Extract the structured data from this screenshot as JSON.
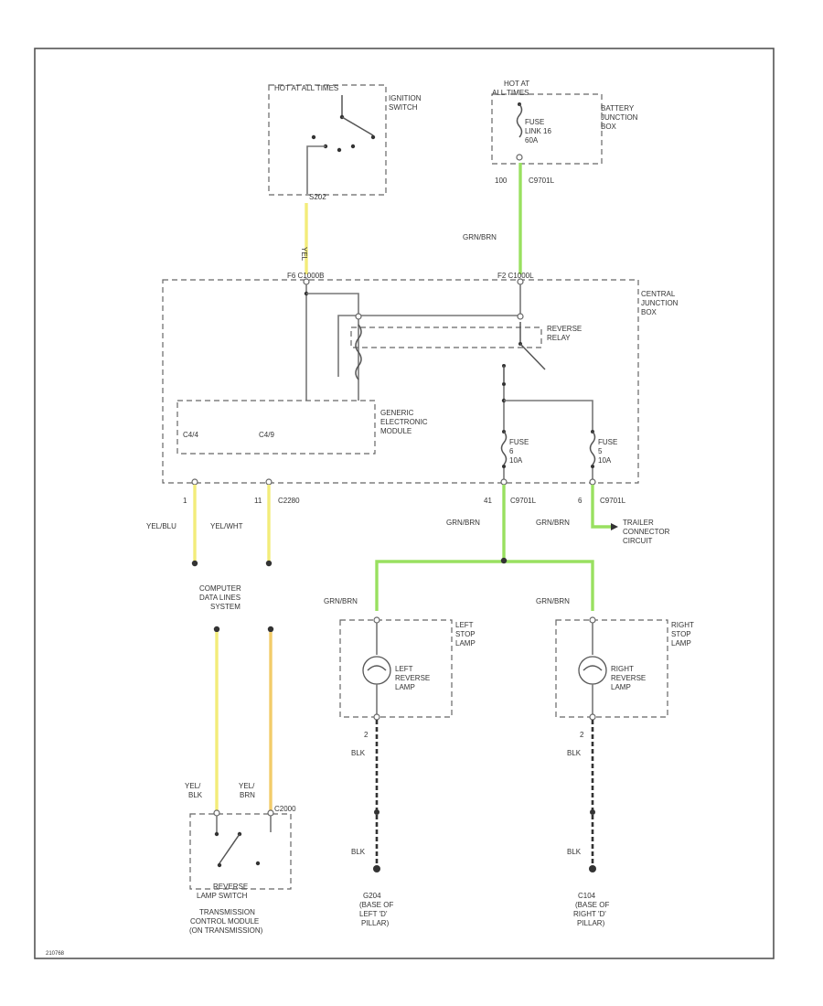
{
  "labels": {
    "hot_ign": "HOT AT ALL TIMES",
    "ignition_switch": [
      "IGNITION",
      "SWITCH"
    ],
    "hot_batt": [
      "HOT AT",
      "ALL TIMES"
    ],
    "fuse_link": [
      "FUSE",
      "LINK 16",
      "60A"
    ],
    "battery_jb": [
      "BATTERY",
      "JUNCTION",
      "BOX"
    ],
    "pin_100": "100",
    "c_batt": "C9701L",
    "wire_grn_brn_top": "GRN/BRN",
    "pin_s202": "S202",
    "wire_yel_ign": "YEL",
    "conn_left_cjb": "F6  C1000B",
    "conn_right_cjb": "F2  C1000L",
    "central_jb": [
      "CENTRAL",
      "JUNCTION",
      "BOX"
    ],
    "reverse_relay": [
      "REVERSE",
      "RELAY"
    ],
    "gem": [
      "GENERIC",
      "ELECTRONIC",
      "MODULE"
    ],
    "gem_pin1": "C4/4",
    "gem_pin2": "C4/9",
    "fuse_a": [
      "FUSE",
      "6",
      "10A"
    ],
    "fuse_b": [
      "FUSE",
      "5",
      "10A"
    ],
    "pin_1": "1",
    "pin_11": "11",
    "conn_c2280": "C2280",
    "pin_41": "41",
    "conn_c9701_a": "C9701L",
    "pin_6": "6",
    "conn_c9701_b": "C9701L",
    "wire_yel_blu": "YEL/BLU",
    "wire_yel_wht": "YEL/WHT",
    "wire_grn_brn_a": "GRN/BRN",
    "wire_grn_brn_b": "GRN/BRN",
    "trailer": [
      "TRAILER",
      "CONNECTOR",
      "CIRCUIT"
    ],
    "computer": [
      "COMPUTER",
      "DATA LINES",
      "SYSTEM"
    ],
    "wire_grn_brn_l": "GRN/BRN",
    "wire_grn_brn_r": "GRN/BRN",
    "left_stop": [
      "LEFT",
      "STOP",
      "LAMP"
    ],
    "left_reverse": [
      "LEFT",
      "REVERSE",
      "LAMP"
    ],
    "right_stop": [
      "RIGHT",
      "STOP",
      "LAMP"
    ],
    "right_reverse": [
      "RIGHT",
      "REVERSE",
      "LAMP"
    ],
    "pin_l2": "2",
    "pin_r2": "2",
    "wire_blk_l1": "BLK",
    "wire_blk_r1": "BLK",
    "wire_blk_l2": "BLK",
    "wire_blk_r2": "BLK",
    "ground_left": [
      "G204",
      "(BASE OF",
      "LEFT 'D'",
      "PILLAR)"
    ],
    "ground_right": [
      "C104",
      "(BASE OF",
      "RIGHT 'D'",
      "PILLAR)"
    ],
    "wire_yel_blk": [
      "YEL/",
      "BLK"
    ],
    "wire_yel_brn": [
      "YEL/",
      "BRN"
    ],
    "conn_c2000": "C2000",
    "reverse_lamp_switch": [
      "REVERSE",
      "LAMP SWITCH"
    ],
    "tcm": [
      "TRANSMISSION",
      "CONTROL MODULE",
      "(ON TRANSMISSION)"
    ],
    "figure_id": "210768"
  },
  "colors": {
    "wire_green": "#99e060",
    "wire_yellow": "#f3ec7a",
    "wire_orange": "#f2cc6a",
    "wire_gray": "#777777",
    "frame": "#666666"
  }
}
